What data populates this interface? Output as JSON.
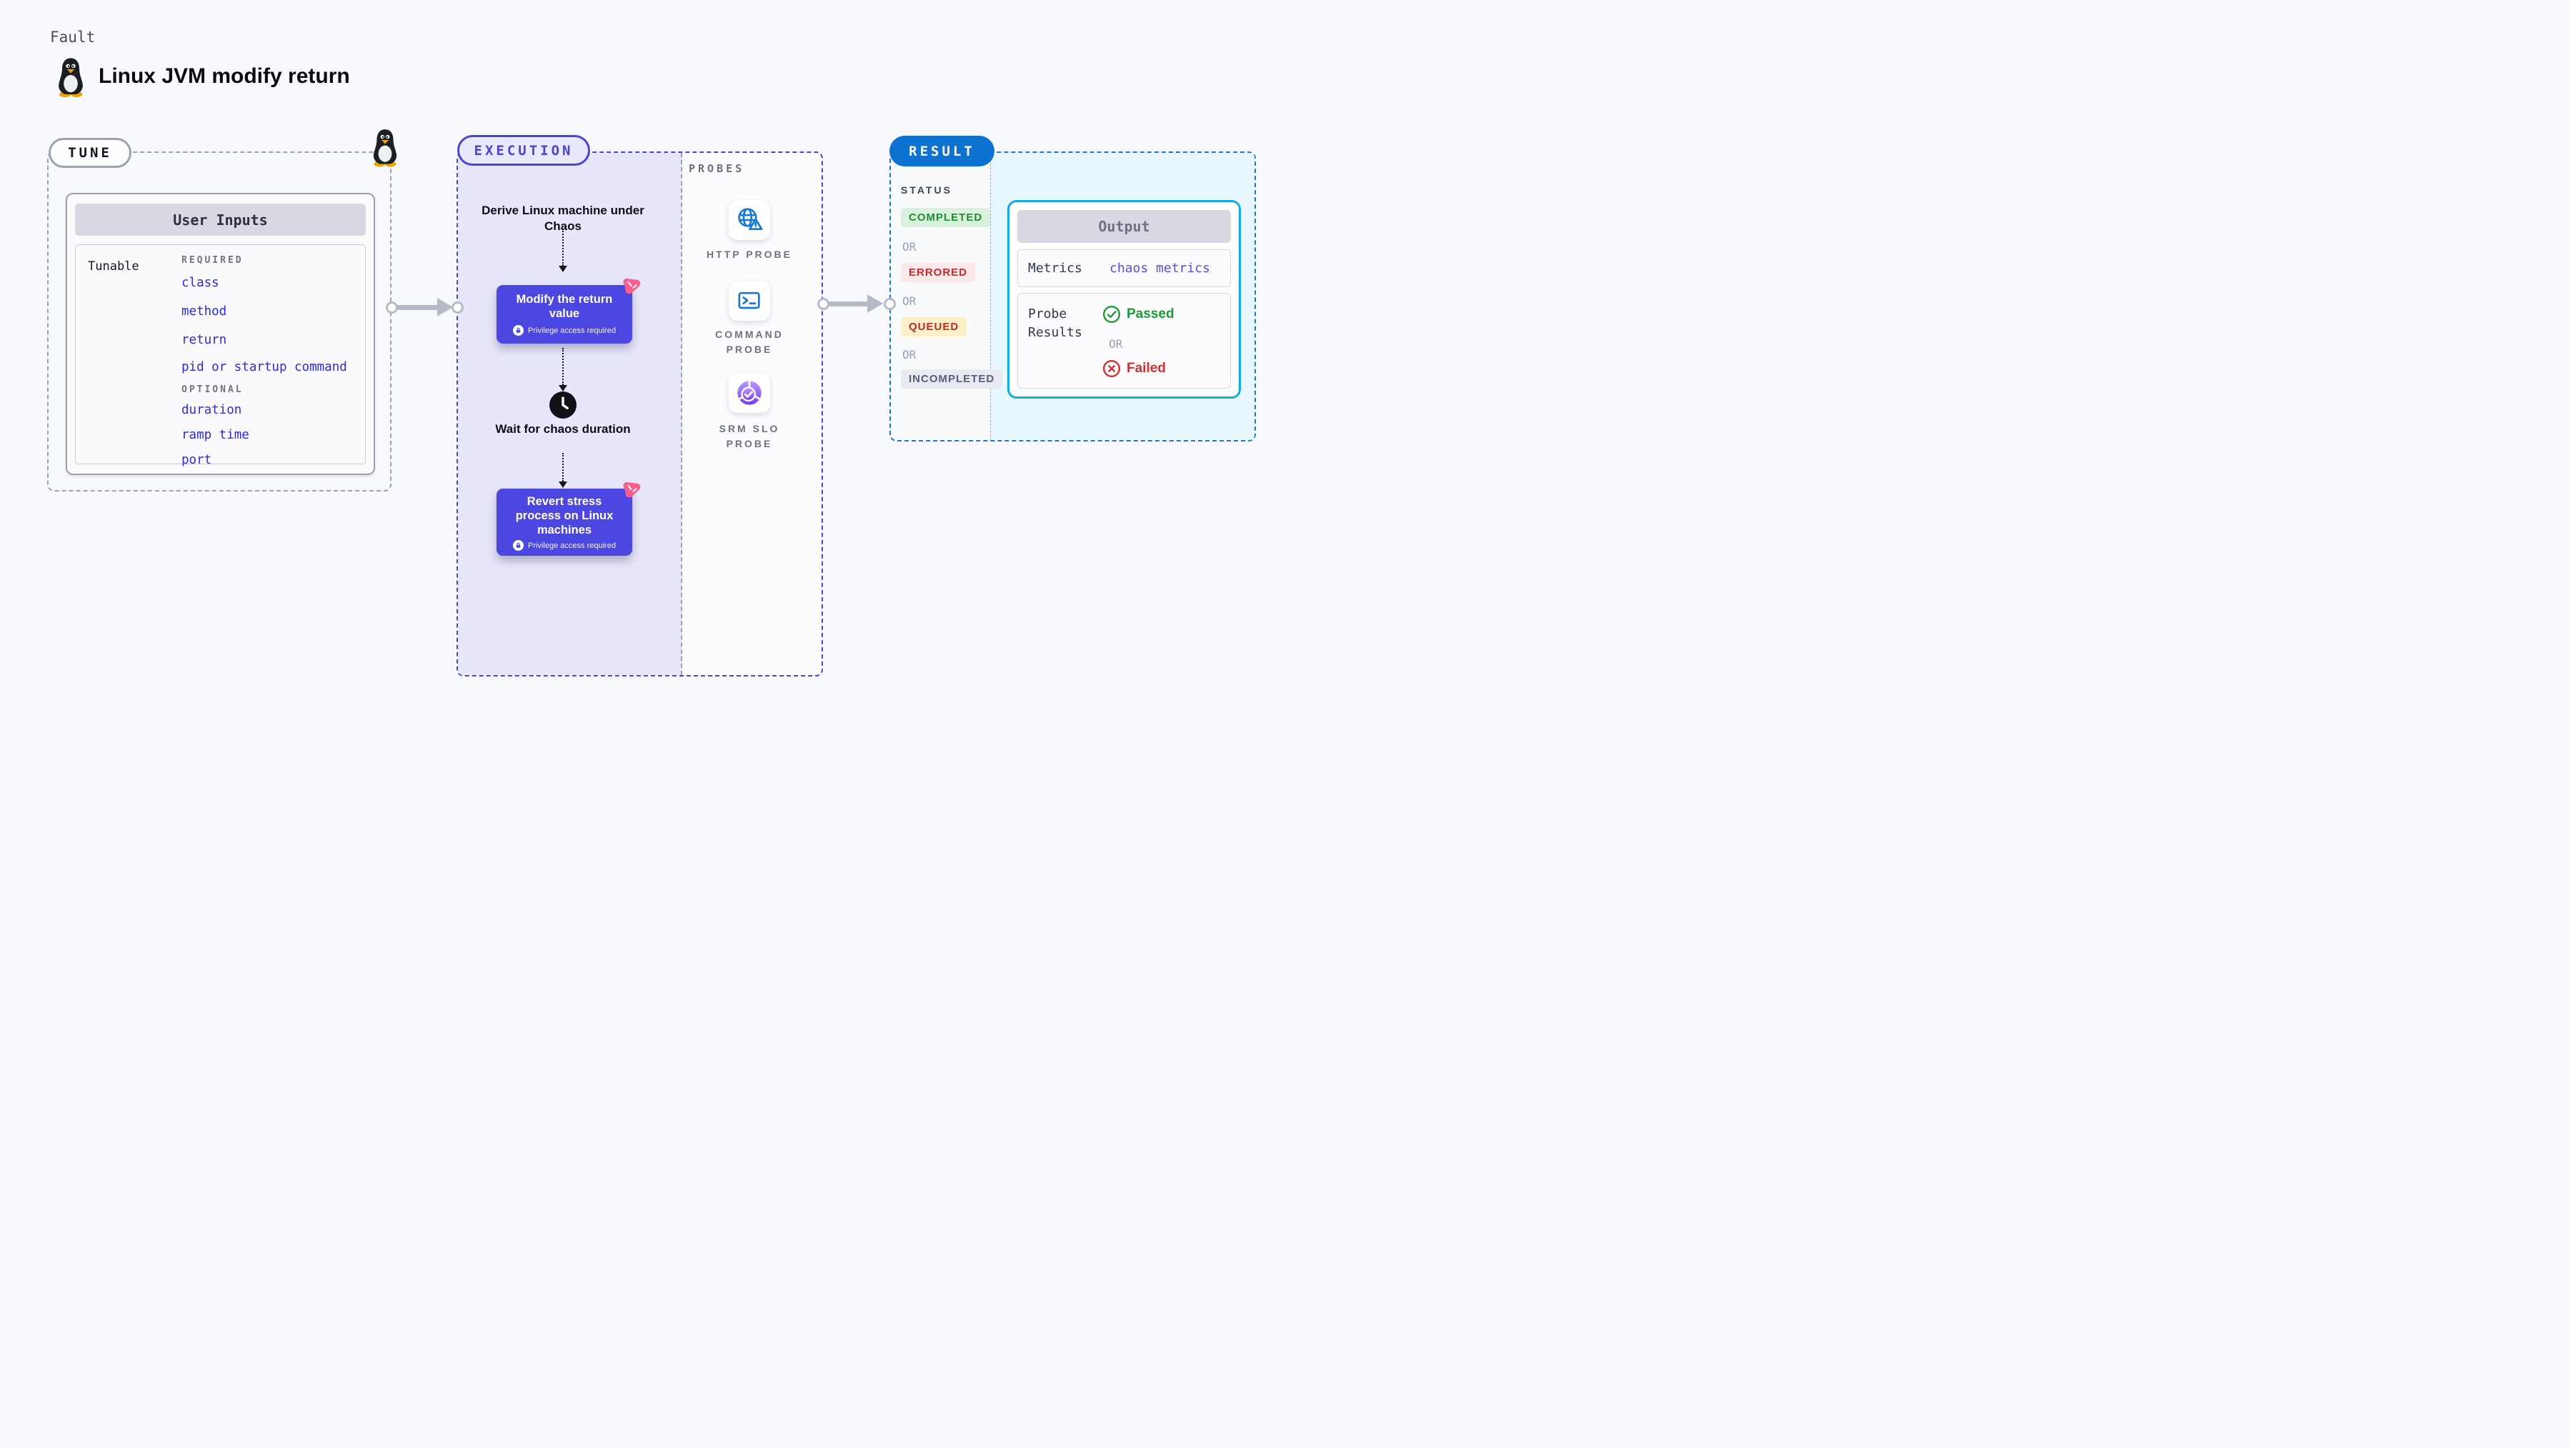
{
  "header": {
    "eyebrow": "Fault",
    "title": "Linux JVM modify return",
    "icon": "tux-penguin-icon"
  },
  "tune": {
    "badge": "TUNE",
    "corner_icon": "tux-penguin-icon",
    "card_title": "User Inputs",
    "row_label": "Tunable",
    "required_label": "REQUIRED",
    "required_items": [
      "class",
      "method",
      "return",
      "pid or startup command"
    ],
    "optional_label": "OPTIONAL",
    "optional_items": [
      "duration",
      "ramp time",
      "port"
    ]
  },
  "execution": {
    "badge": "EXECUTION",
    "derive_step": "Derive Linux machine under Chaos",
    "modify_step": "Modify the return value",
    "wait_step": "Wait for chaos duration",
    "revert_step": "Revert stress process on Linux machines",
    "privilege_note": "Privilege access required"
  },
  "probes": {
    "label": "PROBES",
    "items": [
      {
        "name": "HTTP PROBE",
        "icon": "globe-alert-icon"
      },
      {
        "name": "COMMAND PROBE",
        "icon": "terminal-icon"
      },
      {
        "name": "SRM SLO PROBE",
        "icon": "slo-gauge-check-icon"
      }
    ]
  },
  "result": {
    "badge": "RESULT",
    "status_label": "STATUS",
    "or_label": "OR",
    "statuses": [
      {
        "text": "COMPLETED",
        "color": "#1e8e2e",
        "bg": "#d9f2dd"
      },
      {
        "text": "ERRORED",
        "color": "#c62a2a",
        "bg": "#fbe9e9"
      },
      {
        "text": "QUEUED",
        "color": "#bf2a1f",
        "bg": "#fcf0c8"
      },
      {
        "text": "INCOMPLETED",
        "color": "#585e73",
        "bg": "#e8e9f1"
      }
    ],
    "output": {
      "title": "Output",
      "metrics_label": "Metrics",
      "metrics_value": "chaos metrics",
      "probe_results_label": "Probe Results",
      "passed_label": "Passed",
      "or_label": "OR",
      "failed_label": "Failed"
    }
  },
  "colors": {
    "canvas_bg": "#f8f9fd",
    "accent_indigo": "#4a46d3",
    "execution_fill": "#e7e6fa",
    "step_box_indigo": "#4b47e0",
    "result_blue": "#0e73d0",
    "result_fill": "#e8f6fd",
    "output_border": "#14abe2",
    "tune_item_blue": "#2e2ae0",
    "metrics_value_indigo": "#584fe8",
    "passed_green": "#1d9b35",
    "failed_red": "#d32f2f",
    "probe_icon_blue": "#1478d8",
    "slo_purple": "#7c3bed",
    "chaos_logo_pink": "#fa5e8d",
    "arrow_gray": "#b6bac6"
  }
}
